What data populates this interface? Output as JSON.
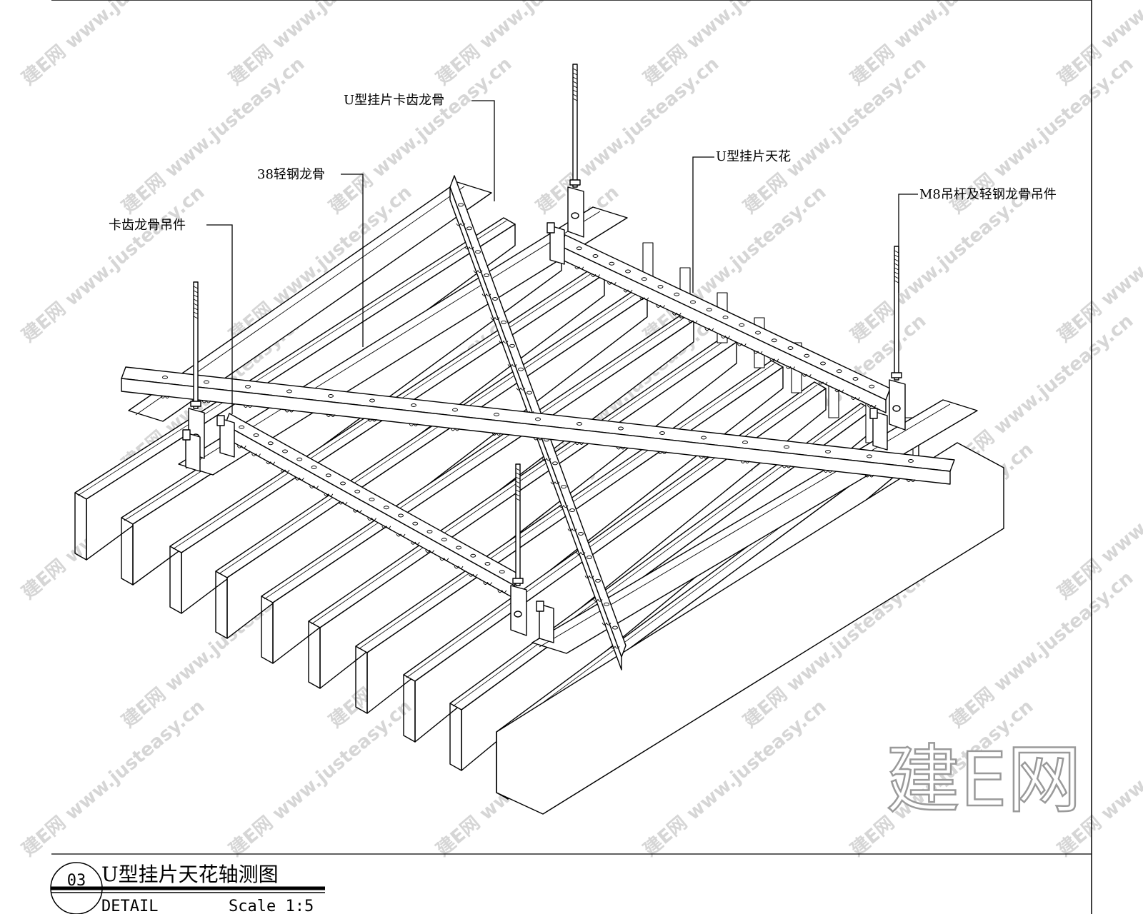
{
  "callouts": {
    "clip_keel": "U型挂片卡齿龙骨",
    "light_steel_keel": "38轻钢龙骨",
    "u_panel_ceiling": "U型挂片天花",
    "clip_hanger": "卡齿龙骨吊件",
    "m8_rod": "M8吊杆及轻钢龙骨吊件"
  },
  "title_block": {
    "number": "03",
    "title": "U型挂片天花轴测图",
    "detail": "DETAIL",
    "scale": "Scale 1:5"
  },
  "watermarks": {
    "big_logo": "建E网",
    "site": "www.justeasy.cn",
    "mark": "建E网"
  }
}
